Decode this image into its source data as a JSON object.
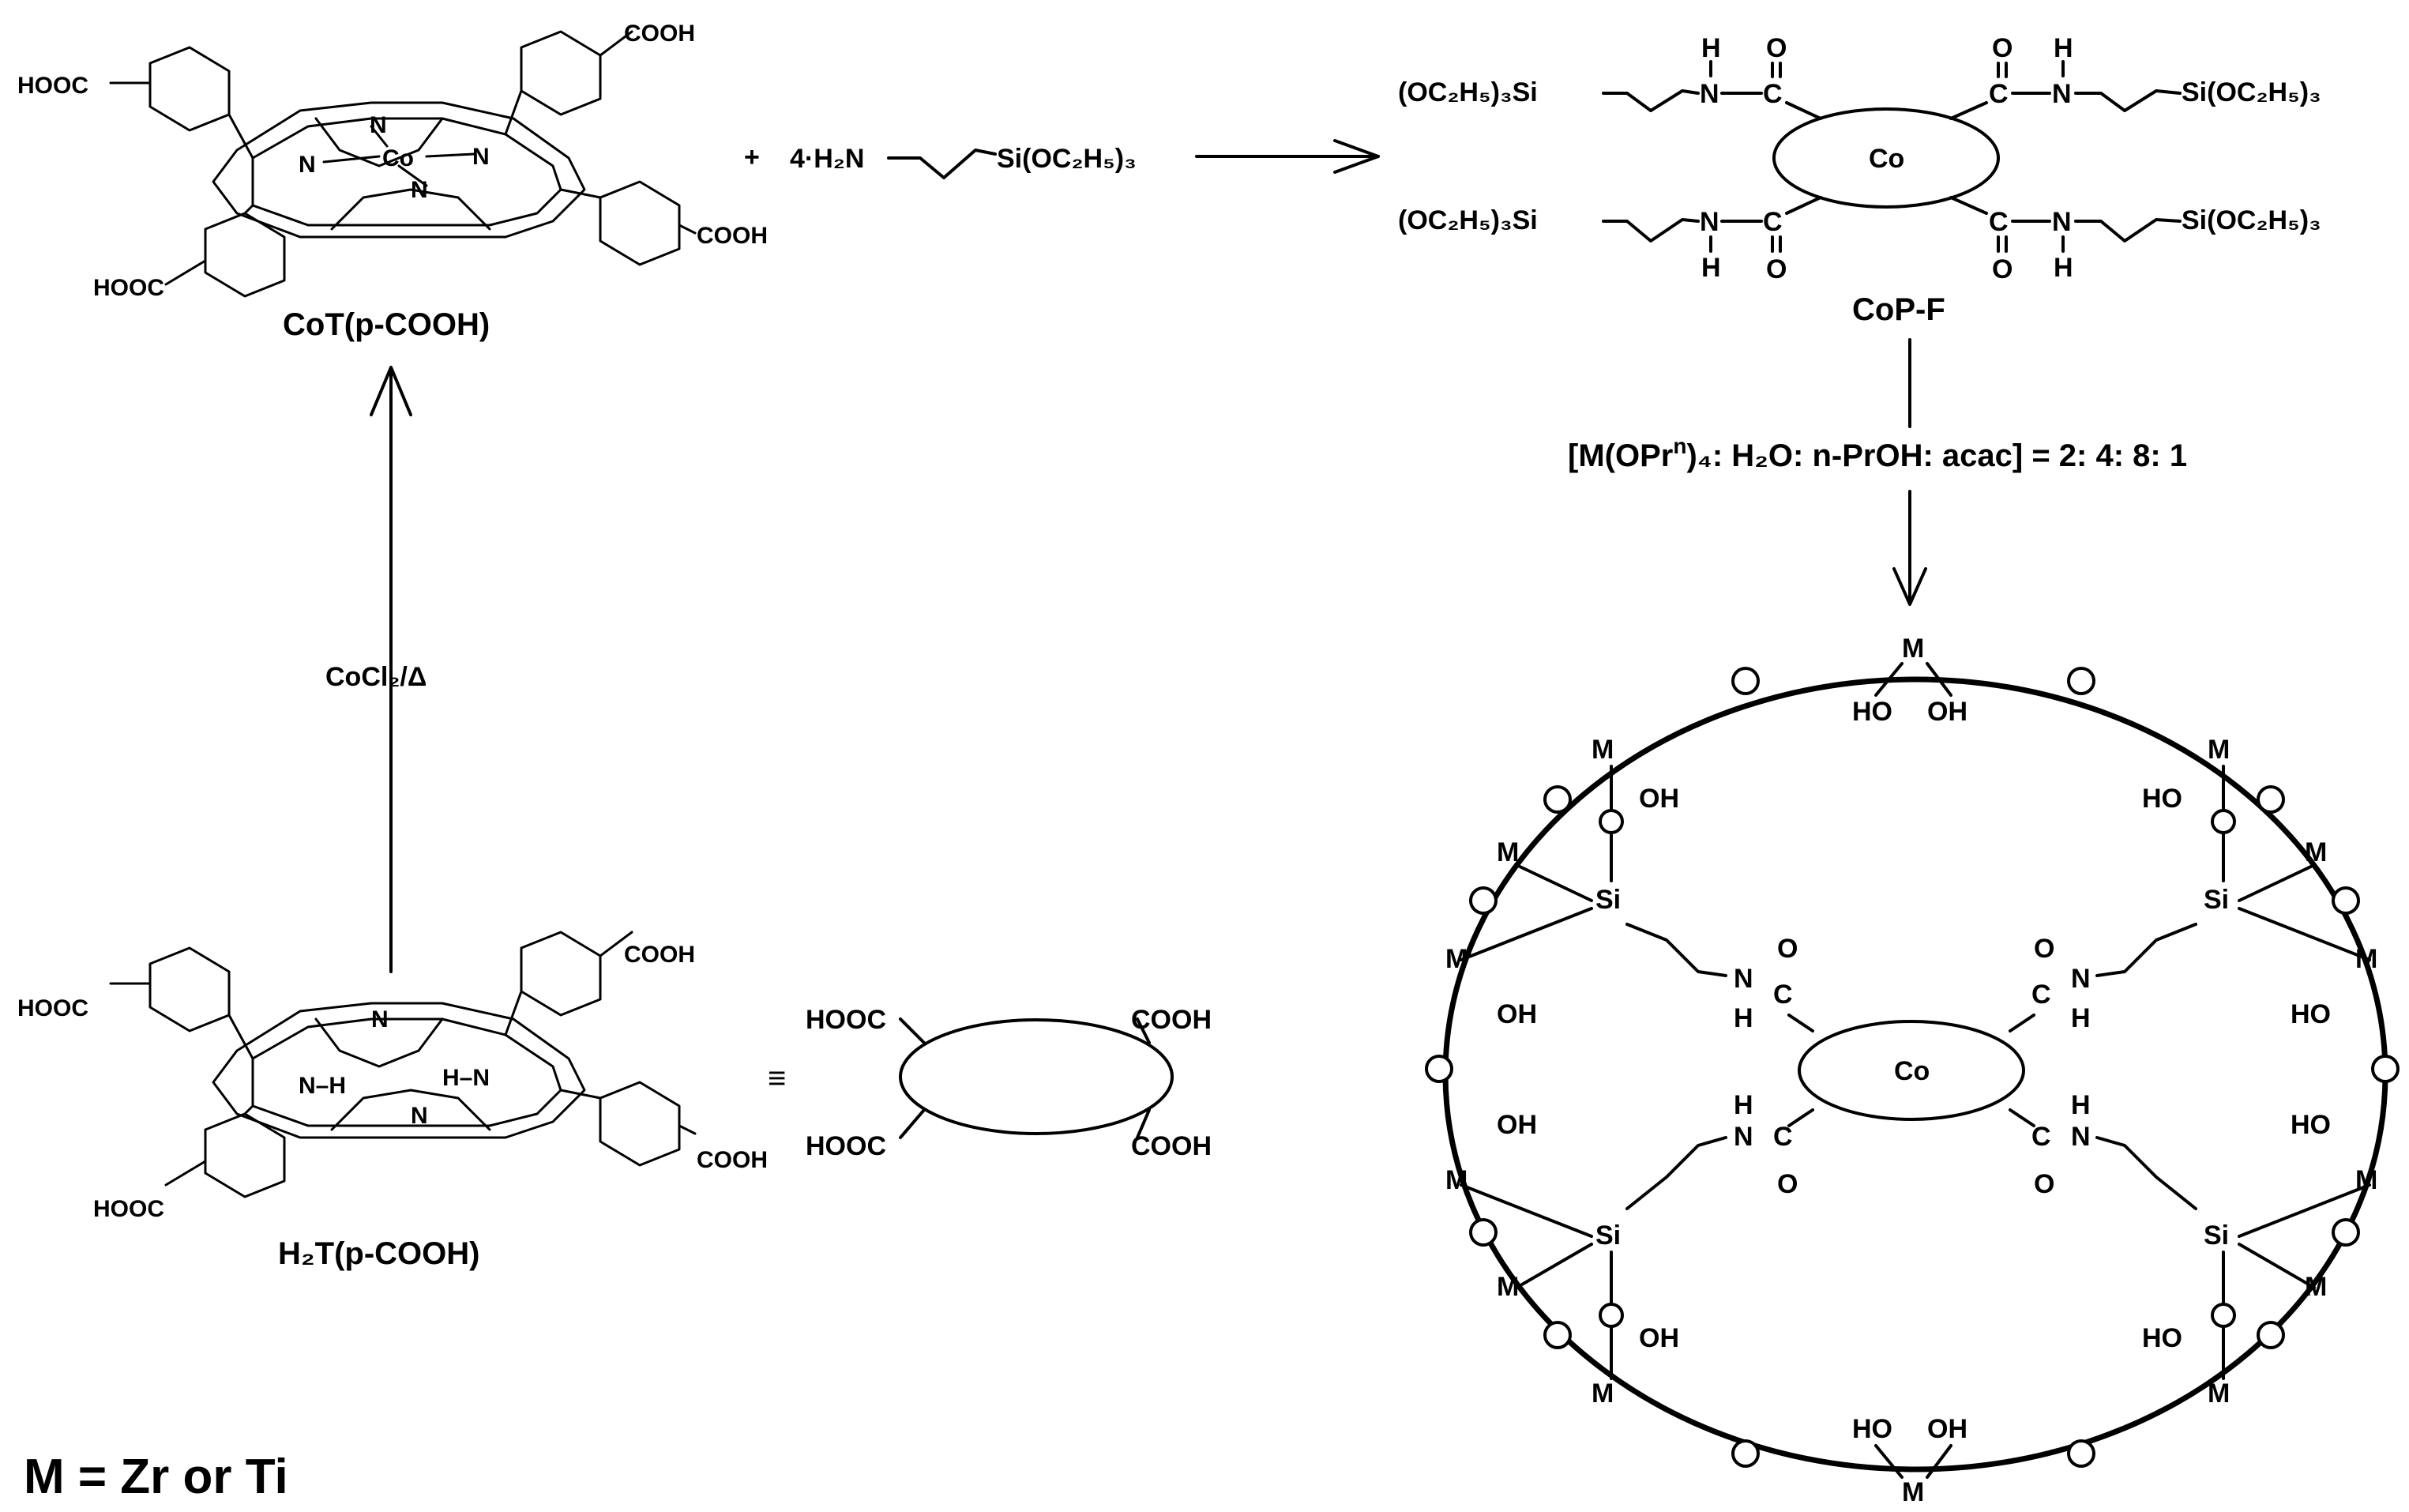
{
  "reactant_top": {
    "name": "CoT(p-COOH)",
    "cooh": "COOH",
    "hooc": "HOOC",
    "metal": "Co",
    "n": "N"
  },
  "reactant_bottom": {
    "name": "H₂T(p-COOH)",
    "nh_left": "N–H",
    "nh_right": "H–N",
    "equiv_symbol": "≡"
  },
  "reagent_plus": "+",
  "reagent_amine": "4·H₂N",
  "reagent_silane": "Si(OC₂H₅)₃",
  "step_up_label": "CoCl₂/Δ",
  "product_mid": {
    "name": "CoP-F",
    "core": "Co",
    "si_left": "(OC₂H₅)₃Si",
    "si_right": "Si(OC₂H₅)₃",
    "nh_n": "N",
    "nh_h": "H",
    "c": "C",
    "o": "O"
  },
  "condition": {
    "left": "[M(OPr",
    "sup": "n",
    "right": ")₄: H₂O: n-PrOH: acac] = 2: 4: 8: 1"
  },
  "final": {
    "core": "Co",
    "m": "M",
    "o": "O",
    "oh": "OH",
    "ho": "HO",
    "si": "Si"
  },
  "legend": "M = Zr or Ti"
}
